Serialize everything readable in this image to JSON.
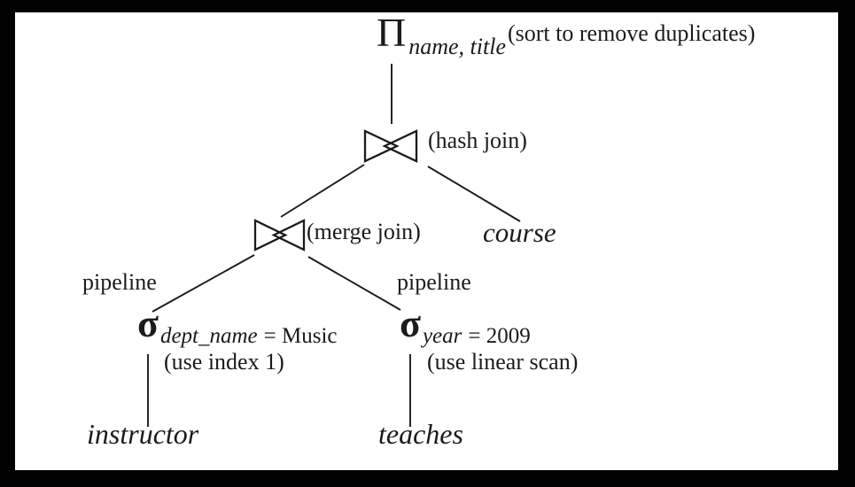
{
  "colors": {
    "frame": "#000000",
    "paper": "#ffffff",
    "ink": "#1b1b1b"
  },
  "diagram": {
    "projection": {
      "symbol": "Π",
      "subscript": "name, title",
      "note": "(sort to remove duplicates)"
    },
    "hash_join": {
      "note": "(hash join)"
    },
    "merge_join": {
      "note": "(merge join)"
    },
    "labels": {
      "pipeline_left": "pipeline",
      "pipeline_right": "pipeline"
    },
    "selection_left": {
      "symbol": "σ",
      "predicate_attr": "dept_name",
      "predicate_rest": "= Music",
      "note": "(use index 1)"
    },
    "selection_right": {
      "symbol": "σ",
      "predicate_attr": "year",
      "predicate_rest": "= 2009",
      "note": "(use linear scan)"
    },
    "relations": {
      "upper": "course",
      "left": "instructor",
      "right": "teaches"
    }
  }
}
